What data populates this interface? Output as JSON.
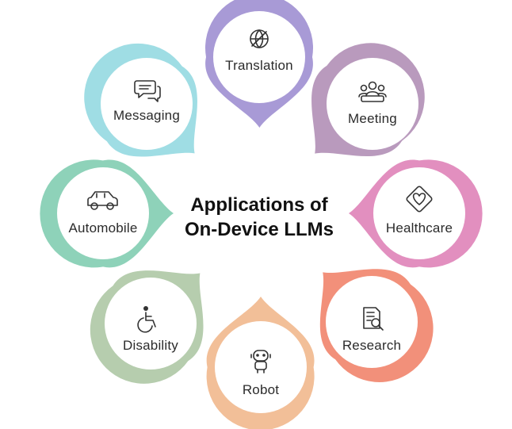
{
  "title": {
    "line1": "Applications of",
    "line2": "On-Device LLMs"
  },
  "items": [
    {
      "label": "Translation",
      "icon": "translation-icon",
      "color": "#a89ad6"
    },
    {
      "label": "Meeting",
      "icon": "meeting-icon",
      "color": "#b99abd"
    },
    {
      "label": "Healthcare",
      "icon": "healthcare-icon",
      "color": "#e28fbf"
    },
    {
      "label": "Research",
      "icon": "research-icon",
      "color": "#f2907a"
    },
    {
      "label": "Robot",
      "icon": "robot-icon",
      "color": "#f2bf98"
    },
    {
      "label": "Disability",
      "icon": "disability-icon",
      "color": "#b6cdae"
    },
    {
      "label": "Automobile",
      "icon": "automobile-icon",
      "color": "#8ed2b9"
    },
    {
      "label": "Messaging",
      "icon": "messaging-icon",
      "color": "#9fdde4"
    }
  ]
}
